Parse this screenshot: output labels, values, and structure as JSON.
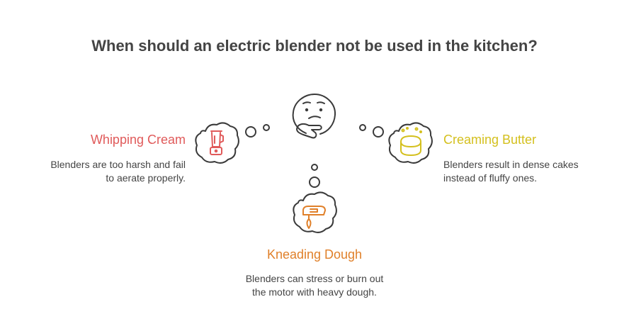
{
  "title": "When should an electric blender not be used in the kitchen?",
  "colors": {
    "whipping": "#e05a5a",
    "creaming": "#d4c01e",
    "kneading": "#e0802a",
    "outline": "#3a3a3a",
    "text": "#444444"
  },
  "items": [
    {
      "name": "whipping-cream",
      "title": "Whipping Cream",
      "desc_lines": [
        "Blenders are too harsh and fail",
        "to aerate properly."
      ],
      "icon": "blender-icon"
    },
    {
      "name": "creaming-butter",
      "title": "Creaming Butter",
      "desc_lines": [
        "Blenders result in dense cakes",
        "instead of fluffy ones."
      ],
      "icon": "butter-icon"
    },
    {
      "name": "kneading-dough",
      "title": "Kneading Dough",
      "desc_lines": [
        "Blenders can stress or burn out",
        "the motor with heavy dough."
      ],
      "icon": "hand-mixer-icon"
    }
  ],
  "center_icon": "thinking-face-icon"
}
